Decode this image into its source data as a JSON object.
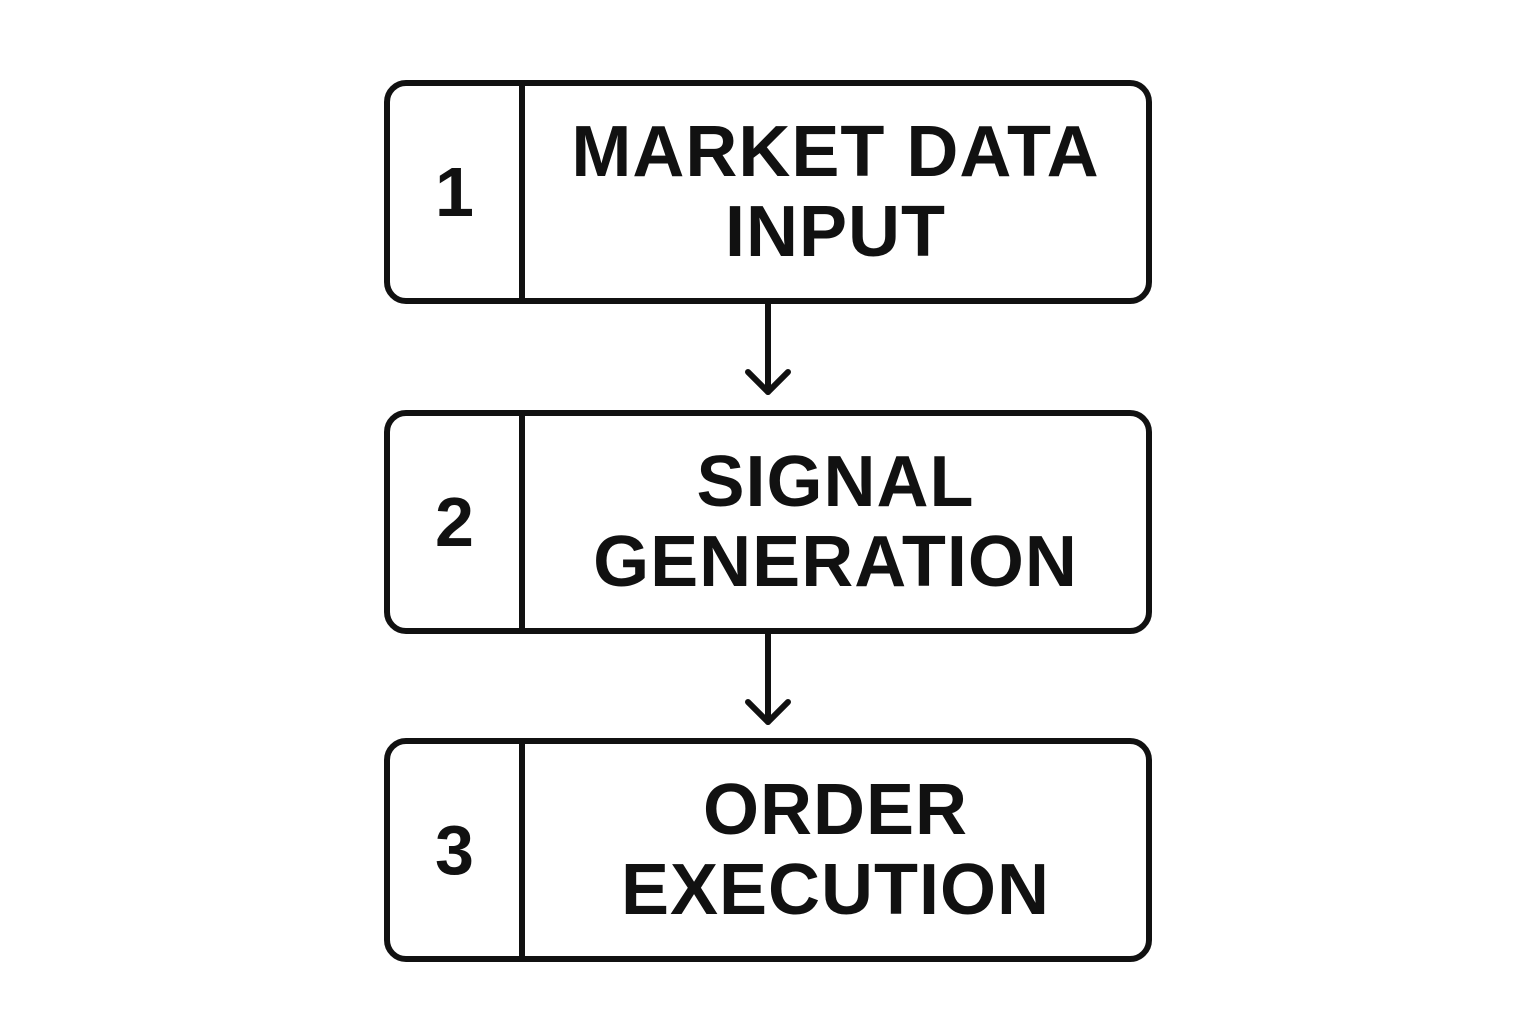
{
  "steps": [
    {
      "number": "1",
      "label_lines": [
        "MARKET DATA",
        "INPUT"
      ]
    },
    {
      "number": "2",
      "label_lines": [
        "SIGNAL",
        "GENERATION"
      ]
    },
    {
      "number": "3",
      "label_lines": [
        "ORDER",
        "EXECUTION"
      ]
    }
  ],
  "colors": {
    "stroke": "#111111",
    "background": "#ffffff"
  },
  "connectors": [
    {
      "from": "1",
      "to": "2"
    },
    {
      "from": "2",
      "to": "3"
    }
  ]
}
